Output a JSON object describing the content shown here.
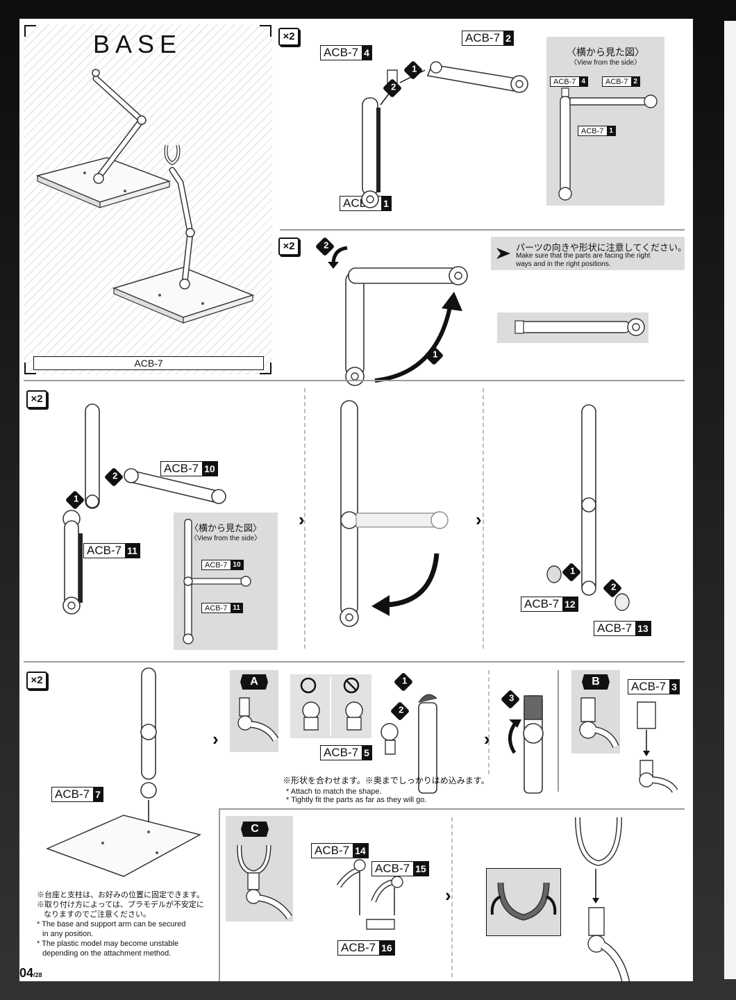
{
  "base_panel": {
    "title": "BASE",
    "caption": "ACB-7"
  },
  "quantity_label": "×2",
  "steps": {
    "step1": {
      "parts": [
        {
          "name": "ACB-7",
          "num": "4"
        },
        {
          "name": "ACB-7",
          "num": "2"
        },
        {
          "name": "ACB-7",
          "num": "1"
        }
      ],
      "side_view": {
        "title": "〈横から見た図〉",
        "subtitle": "〈View from the side〉",
        "parts": [
          {
            "name": "ACB-7",
            "num": "4"
          },
          {
            "name": "ACB-7",
            "num": "2"
          },
          {
            "name": "ACB-7",
            "num": "1"
          }
        ]
      },
      "markers": [
        "1",
        "2"
      ]
    },
    "step2": {
      "caution_jp": "パーツの向きや形状に注意してください。",
      "caution_en_1": "Make sure that the parts are facing the right",
      "caution_en_2": "ways and in the right positions.",
      "markers": [
        "2",
        "1"
      ]
    },
    "step3": {
      "parts": [
        {
          "name": "ACB-7",
          "num": "10"
        },
        {
          "name": "ACB-7",
          "num": "11"
        },
        {
          "name": "ACB-7",
          "num": "12"
        },
        {
          "name": "ACB-7",
          "num": "13"
        }
      ],
      "side_view": {
        "title": "〈横から見た図〉",
        "subtitle": "〈View from the side〉",
        "parts": [
          {
            "name": "ACB-7",
            "num": "10"
          },
          {
            "name": "ACB-7",
            "num": "11"
          }
        ]
      },
      "markers": [
        "2",
        "1",
        "1",
        "2"
      ]
    },
    "step4": {
      "parts": [
        {
          "name": "ACB-7",
          "num": "7"
        },
        {
          "name": "ACB-7",
          "num": "5"
        },
        {
          "name": "ACB-7",
          "num": "3"
        },
        {
          "name": "ACB-7",
          "num": "14"
        },
        {
          "name": "ACB-7",
          "num": "15"
        },
        {
          "name": "ACB-7",
          "num": "16"
        }
      ],
      "tags": [
        "A",
        "B",
        "C"
      ],
      "markers": [
        "1",
        "2",
        "3"
      ],
      "note_jp_1": "※形状を合わせます。※奥までしっかりはめ込みます。",
      "note_en_1": "* Attach to match the shape.",
      "note_en_2": "* Tightly fit the parts as far as they will go.",
      "base_note_jp_1": "※台座と支柱は、お好みの位置に固定できます。",
      "base_note_jp_2": "※取り付け方によっては、プラモデルが不安定に",
      "base_note_jp_3": "なりますのでご注意ください。",
      "base_note_en_1": "* The base and support arm can be secured",
      "base_note_en_2": "in any position.",
      "base_note_en_3": "* The plastic model may become unstable",
      "base_note_en_4": "depending on the attachment method."
    }
  },
  "page_number": "04",
  "page_total": "/28"
}
